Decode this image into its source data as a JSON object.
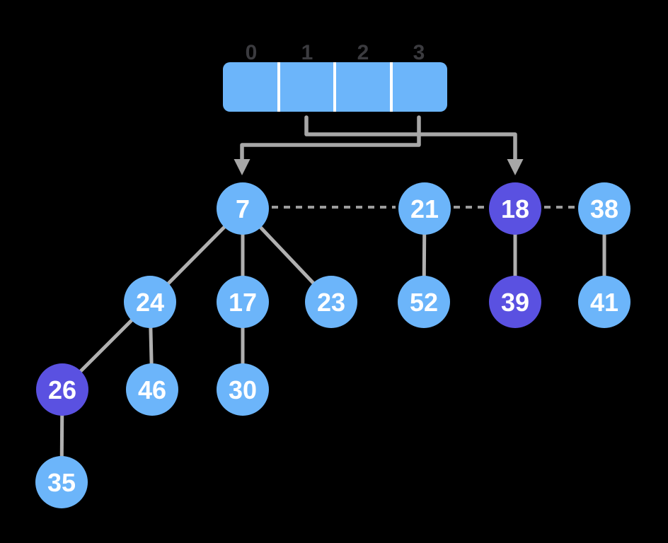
{
  "diagram": {
    "type": "hash-bucket-array-with-trees",
    "array": {
      "indices": [
        "0",
        "1",
        "2",
        "3"
      ]
    },
    "arrows": [
      {
        "from_cell": "1",
        "to_node": "18"
      },
      {
        "from_cell": "3",
        "to_node": "7"
      }
    ],
    "root_chain": [
      "7",
      "21",
      "18",
      "38"
    ],
    "edges": [
      [
        "7",
        "24"
      ],
      [
        "7",
        "17"
      ],
      [
        "7",
        "23"
      ],
      [
        "24",
        "26"
      ],
      [
        "24",
        "46"
      ],
      [
        "17",
        "30"
      ],
      [
        "26",
        "35"
      ],
      [
        "21",
        "52"
      ],
      [
        "18",
        "39"
      ],
      [
        "38",
        "41"
      ]
    ],
    "nodes": {
      "7": {
        "label": "7",
        "variant": "blue"
      },
      "21": {
        "label": "21",
        "variant": "blue"
      },
      "18": {
        "label": "18",
        "variant": "purple"
      },
      "38": {
        "label": "38",
        "variant": "blue"
      },
      "24": {
        "label": "24",
        "variant": "blue"
      },
      "17": {
        "label": "17",
        "variant": "blue"
      },
      "23": {
        "label": "23",
        "variant": "blue"
      },
      "52": {
        "label": "52",
        "variant": "blue"
      },
      "39": {
        "label": "39",
        "variant": "purple"
      },
      "41": {
        "label": "41",
        "variant": "blue"
      },
      "26": {
        "label": "26",
        "variant": "purple"
      },
      "46": {
        "label": "46",
        "variant": "blue"
      },
      "30": {
        "label": "30",
        "variant": "blue"
      },
      "35": {
        "label": "35",
        "variant": "blue"
      }
    },
    "colors": {
      "node_blue": "#6CB5FA",
      "node_purple": "#5A51E1",
      "array_fill": "#6CB5FA",
      "index_text": "#3B3B3F",
      "node_text": "#FFFFFF",
      "arrow_gray": "#A7A7A7",
      "dash_gray": "#9C9C9C",
      "edge_gray": "#B0B0B0",
      "background": "#000000"
    }
  }
}
